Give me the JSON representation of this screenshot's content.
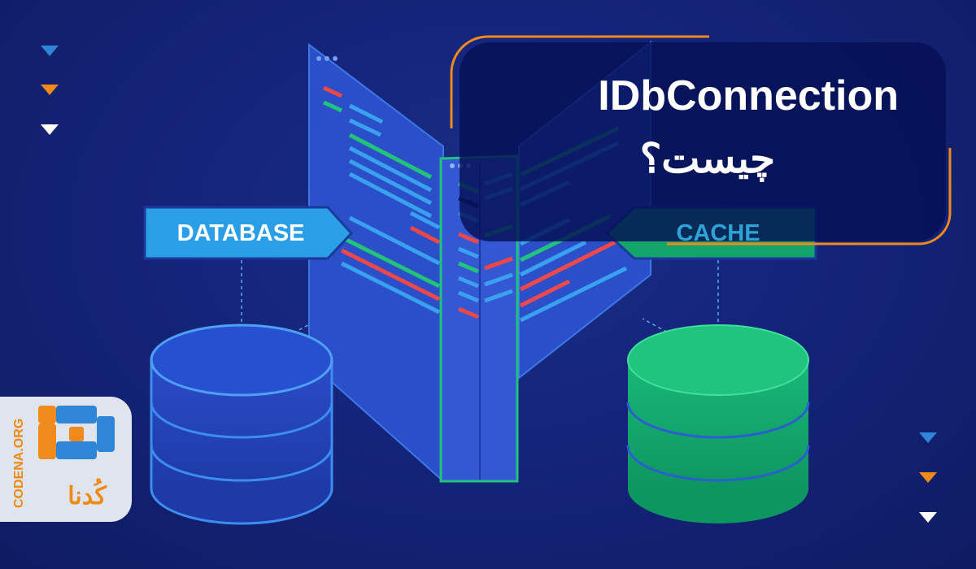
{
  "title": {
    "line1": "IDbConnection",
    "line2": "چیست؟"
  },
  "labels": {
    "database": "DATABASE",
    "cache": "CACHE"
  },
  "logo": {
    "vertical_text": "CODENA.ORG",
    "name_text": "کُدنا"
  },
  "colors": {
    "background": "#14247a",
    "accent_orange": "#f08a1c",
    "database_blue": "#2a9fe8",
    "cache_green": "#14a56c",
    "code_red": "#f04848",
    "code_green": "#21c47a",
    "code_blue": "#3aa0f0"
  },
  "icons": [
    "triangle-down-icon",
    "database-cylinder-icon",
    "cache-cylinder-icon",
    "code-window-icon",
    "codena-logo-icon"
  ]
}
